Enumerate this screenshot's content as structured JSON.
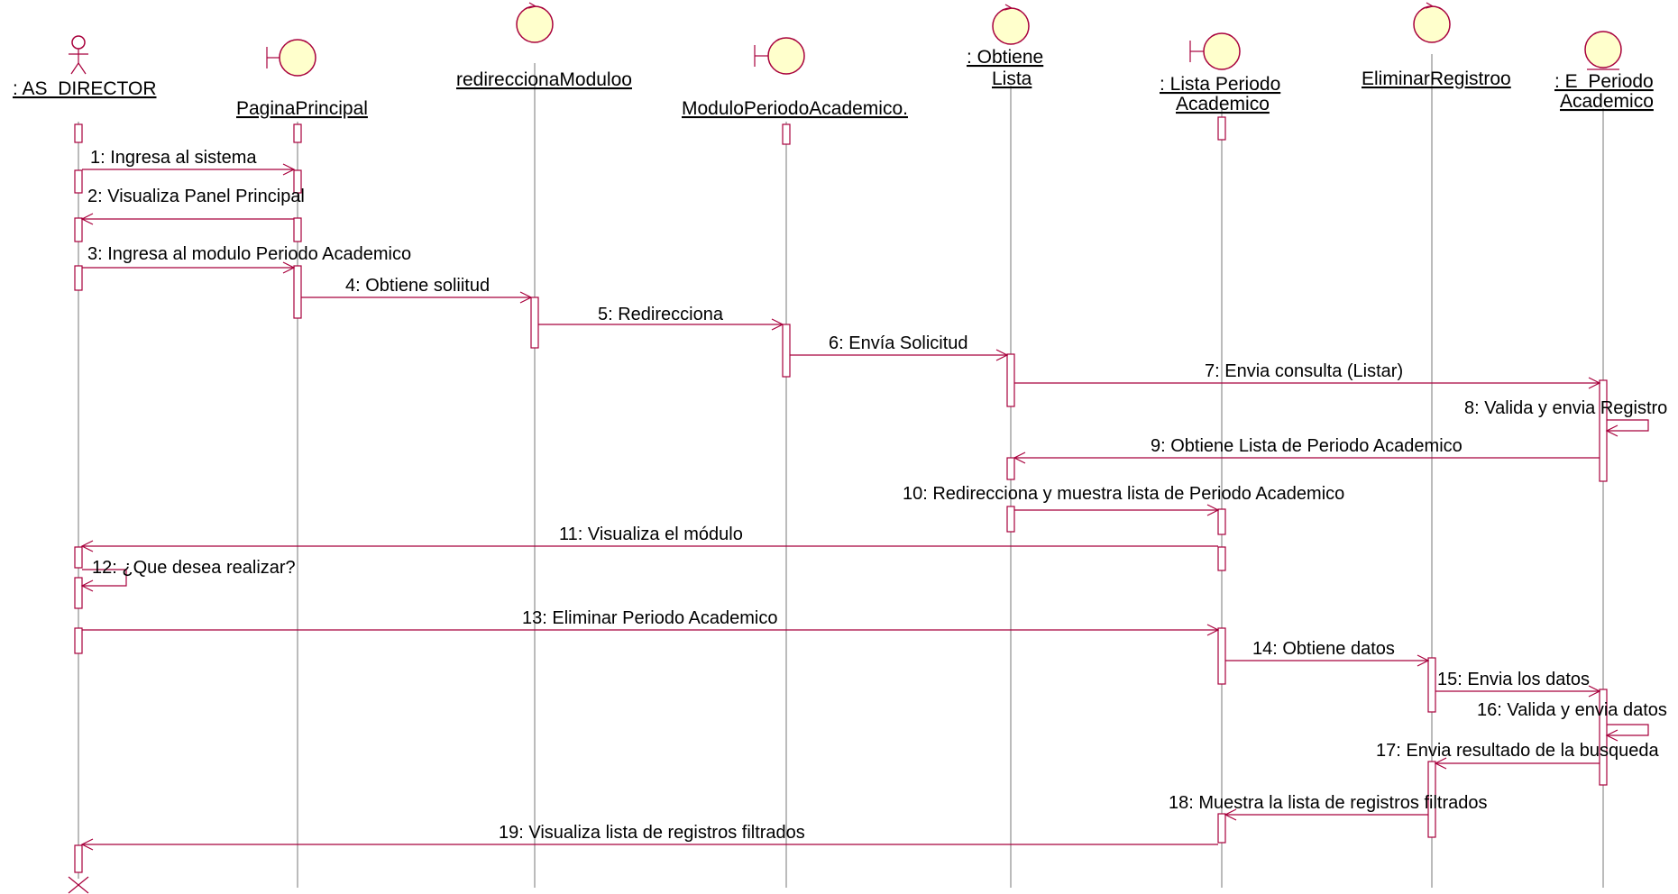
{
  "objects": [
    {
      "name": ": AS_DIRECTOR",
      "kind": "actor"
    },
    {
      "name": "PaginaPrincipal",
      "kind": "boundary"
    },
    {
      "name": "redireccionaModuloo",
      "kind": "control"
    },
    {
      "name": "ModuloPeriodoAcademico.",
      "kind": "boundary"
    },
    {
      "name": ": Obtiene Lista",
      "kind": "control"
    },
    {
      "name": ": Lista Periodo Academico",
      "kind": "boundary"
    },
    {
      "name": "EliminarRegistroo",
      "kind": "control"
    },
    {
      "name": ": E_Periodo Academico",
      "kind": "entity"
    }
  ],
  "messages": [
    {
      "label": "1: Ingresa al sistema",
      "from": 0,
      "to": 1
    },
    {
      "label": "2: Visualiza Panel Principal",
      "from": 1,
      "to": 0
    },
    {
      "label": "3: Ingresa al modulo Periodo Academico",
      "from": 0,
      "to": 1
    },
    {
      "label": "4: Obtiene soliitud",
      "from": 1,
      "to": 2
    },
    {
      "label": "5: Redirecciona",
      "from": 2,
      "to": 3
    },
    {
      "label": "6: Envía Solicitud",
      "from": 3,
      "to": 4
    },
    {
      "label": "7: Envia consulta (Listar)",
      "from": 4,
      "to": 7
    },
    {
      "label": "8: Valida y envia Registro",
      "from": 7,
      "to": 7
    },
    {
      "label": "9: Obtiene Lista de Periodo Academico",
      "from": 7,
      "to": 4
    },
    {
      "label": "10: Redirecciona y muestra lista de Periodo Academico",
      "from": 4,
      "to": 5
    },
    {
      "label": "11: Visualiza el módulo",
      "from": 5,
      "to": 0
    },
    {
      "label": "12: ¿Que desea realizar?",
      "from": 0,
      "to": 0
    },
    {
      "label": "13: Eliminar Periodo Academico",
      "from": 0,
      "to": 5
    },
    {
      "label": "14: Obtiene datos",
      "from": 5,
      "to": 6
    },
    {
      "label": "15: Envia los datos",
      "from": 6,
      "to": 7
    },
    {
      "label": "16: Valida y envia datos",
      "from": 7,
      "to": 7
    },
    {
      "label": "17: Envia resultado de la busqueda",
      "from": 7,
      "to": 6
    },
    {
      "label": "18: Muestra la lista de registros filtrados",
      "from": 6,
      "to": 5
    },
    {
      "label": "19: Visualiza lista de registros filtrados",
      "from": 5,
      "to": 0
    }
  ]
}
